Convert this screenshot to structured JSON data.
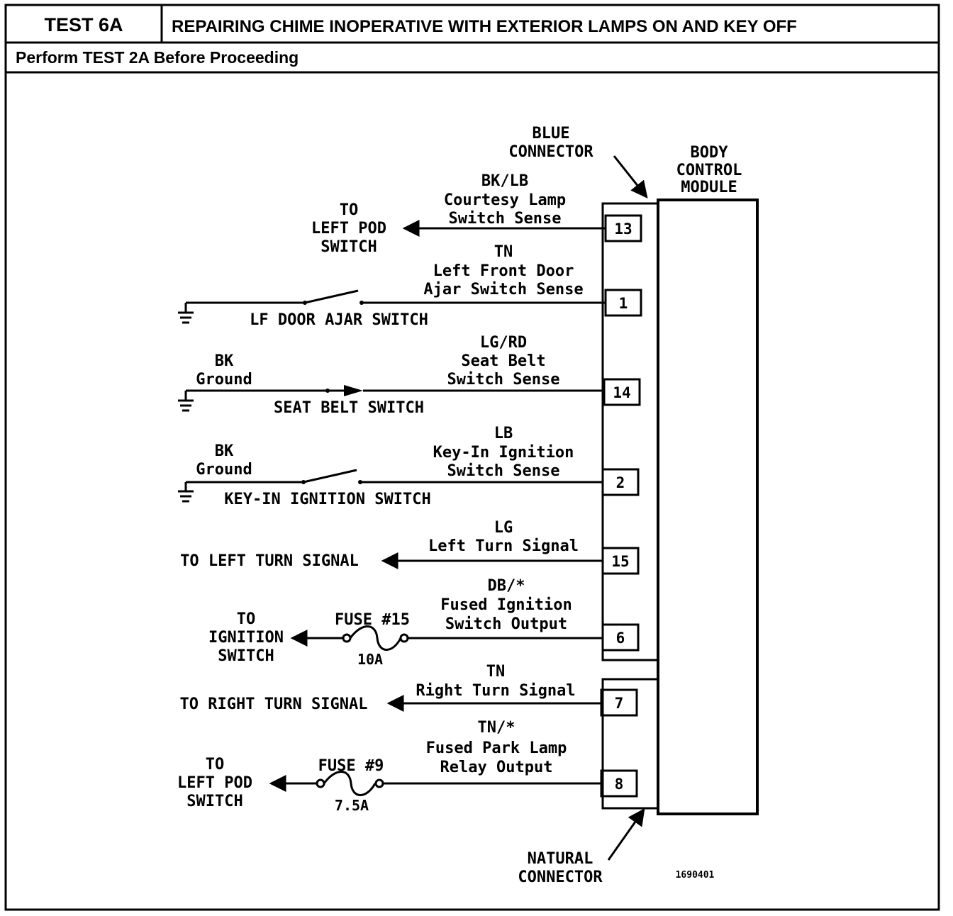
{
  "header": {
    "test_id": "TEST 6A",
    "title": "REPAIRING CHIME INOPERATIVE WITH EXTERIOR LAMPS ON AND KEY OFF",
    "prerequisite": "Perform TEST 2A Before Proceeding"
  },
  "diagram": {
    "module": [
      "BODY",
      "CONTROL",
      "MODULE"
    ],
    "blue_connector": [
      "BLUE",
      "CONNECTOR"
    ],
    "natural_connector": [
      "NATURAL",
      "CONNECTOR"
    ],
    "figure_id": "1690401",
    "pins": [
      "13",
      "1",
      "14",
      "2",
      "15",
      "6",
      "7",
      "8"
    ],
    "circuits": [
      {
        "lines": [
          "BK/LB",
          "Courtesy Lamp",
          "Switch Sense"
        ],
        "dest": [
          "TO",
          "LEFT POD",
          "SWITCH"
        ]
      },
      {
        "lines": [
          "TN",
          "Left Front Door",
          "Ajar Switch Sense"
        ],
        "device": "LF DOOR AJAR SWITCH"
      },
      {
        "lines": [
          "LG/RD",
          "Seat Belt",
          "Switch Sense"
        ],
        "ground_lines": [
          "BK",
          "Ground"
        ],
        "device": "SEAT BELT SWITCH"
      },
      {
        "lines": [
          "LB",
          "Key-In Ignition",
          "Switch Sense"
        ],
        "ground_lines": [
          "BK",
          "Ground"
        ],
        "device": "KEY-IN IGNITION SWITCH"
      },
      {
        "lines": [
          "LG",
          "Left Turn Signal"
        ],
        "dest_text": "TO LEFT TURN SIGNAL"
      },
      {
        "lines": [
          "DB/*",
          "Fused Ignition",
          "Switch Output"
        ],
        "fuse": "FUSE #15",
        "rating": "10A",
        "dest": [
          "TO",
          "IGNITION",
          "SWITCH"
        ]
      },
      {
        "lines": [
          "TN",
          "Right Turn Signal"
        ],
        "dest_text": "TO RIGHT TURN SIGNAL"
      },
      {
        "lines": [
          "TN/*",
          "Fused Park Lamp",
          "Relay Output"
        ],
        "fuse": "FUSE #9",
        "rating": "7.5A",
        "dest": [
          "TO",
          "LEFT POD",
          "SWITCH"
        ]
      }
    ]
  }
}
